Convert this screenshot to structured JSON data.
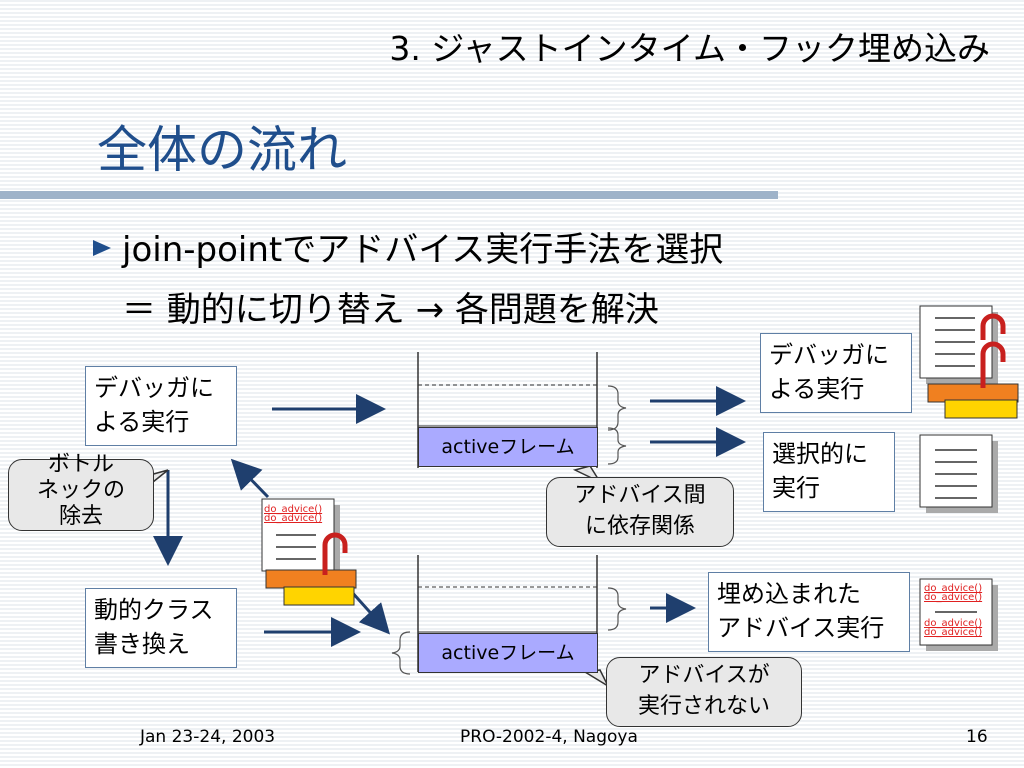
{
  "header": {
    "section_title": "3. ジャストインタイム・フック埋め込み",
    "slide_title": "全体の流れ"
  },
  "bullet": {
    "line1": "join-pointでアドバイス実行手法を選択",
    "line2": "＝  動的に切り替え  →  各問題を解決"
  },
  "diagram": {
    "left_debugger": [
      "デバッガに",
      "よる実行"
    ],
    "left_dynamic": [
      "動的クラス",
      "書き換え"
    ],
    "bottleneck": [
      "ボトル",
      "ネックの",
      "除去"
    ],
    "active_frame_top": "activeフレーム",
    "active_frame_bottom": "activeフレーム",
    "callout_dependent": [
      "アドバイス間",
      "に依存関係"
    ],
    "callout_not_executed": [
      "アドバイスが",
      "実行されない"
    ],
    "right_debugger": [
      "デバッガに",
      "よる実行"
    ],
    "right_selective": [
      "選択的に",
      "実行"
    ],
    "right_embedded": [
      "埋め込まれた",
      "アドバイス実行"
    ],
    "code_label": "do_advice()"
  },
  "footer": {
    "date": "Jan 23-24, 2003",
    "venue": "PRO-2002-4, Nagoya",
    "page": "16"
  },
  "colors": {
    "title_blue": "#1f4e8c",
    "frame_fill": "#aaaaff",
    "arrow_navy": "#1f3f6e",
    "hook_red": "#c8201e",
    "layer_orange": "#f08020",
    "layer_yellow": "#ffd400"
  }
}
